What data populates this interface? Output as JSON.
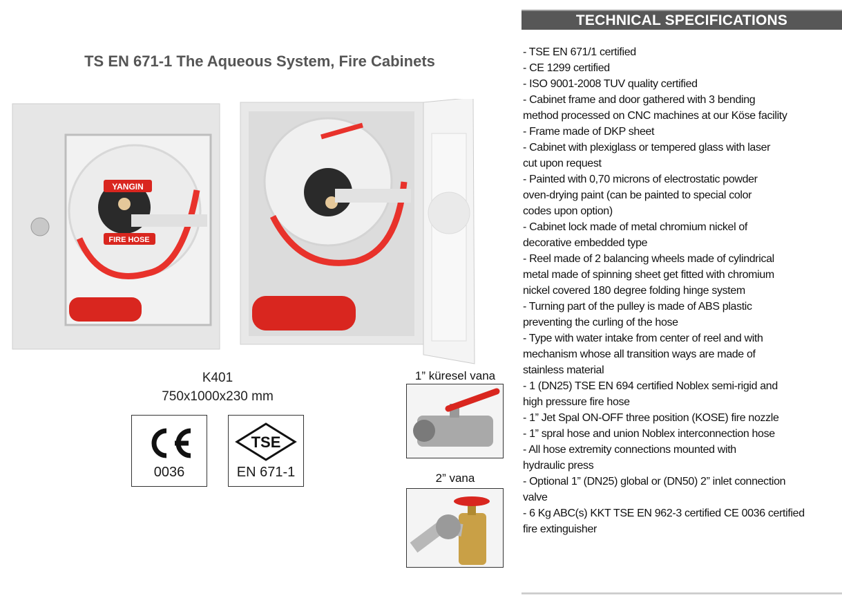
{
  "spec_header": "TECHNICAL SPECIFICATIONS",
  "page_title": "TS EN 671-1 The Aqueous System, Fire Cabinets",
  "product": {
    "model": "K401",
    "dimensions": "750x1000x230 mm",
    "reel_label_top": "YANGIN",
    "reel_label_bottom": "FIRE HOSE"
  },
  "certs": [
    {
      "mark": "CE",
      "label": "0036"
    },
    {
      "mark": "TSE",
      "label": "EN 671-1"
    }
  ],
  "valves": [
    {
      "label": "1” küresel vana"
    },
    {
      "label": "2” vana"
    }
  ],
  "colors": {
    "header_bg": "#575757",
    "hose_red": "#e8322b",
    "cabinet": "#e9e9e9"
  },
  "specs": [
    [
      "- TSE EN 671/1 certified"
    ],
    [
      "- CE 1299 certified"
    ],
    [
      "- ISO 9001-2008 TUV quality certified"
    ],
    [
      "- Cabinet frame and door gathered with 3 bending",
      "method processed on CNC machines at our Köse facility"
    ],
    [
      "- Frame made of DKP sheet"
    ],
    [
      "- Cabinet with plexiglass or tempered glass with laser",
      "cut upon request"
    ],
    [
      "- Painted with 0,70 microns of electrostatic powder",
      "oven-drying paint (can be painted to special color",
      "codes upon option)"
    ],
    [
      "- Cabinet lock made of metal chromium nickel of",
      "decorative embedded type"
    ],
    [
      "- Reel made of 2 balancing wheels made of cylindrical",
      "metal made of spinning sheet get fitted with chromium",
      "nickel covered 180 degree folding hinge system"
    ],
    [
      "- Turning part of the pulley is made of ABS plastic",
      "preventing the curling of the hose"
    ],
    [
      "- Type with water intake from center of reel and with",
      "mechanism whose all transition ways are made of",
      "stainless material"
    ],
    [
      "- 1 (DN25) TSE EN 694 certified Noblex semi-rigid and",
      "high pressure fire hose"
    ],
    [
      "- 1” Jet Spal ON-OFF three position (KOSE) fire nozzle"
    ],
    [
      "- 1” spral hose and union Noblex interconnection hose"
    ],
    [
      "- All hose extremity connections mounted with",
      "hydraulic press"
    ],
    [
      "- Optional 1” (DN25) global or (DN50) 2” inlet connection",
      "valve"
    ],
    [
      "- 6 Kg ABC(s) KKT TSE EN 962-3 certified CE 0036 certified",
      "fire extinguisher"
    ]
  ]
}
